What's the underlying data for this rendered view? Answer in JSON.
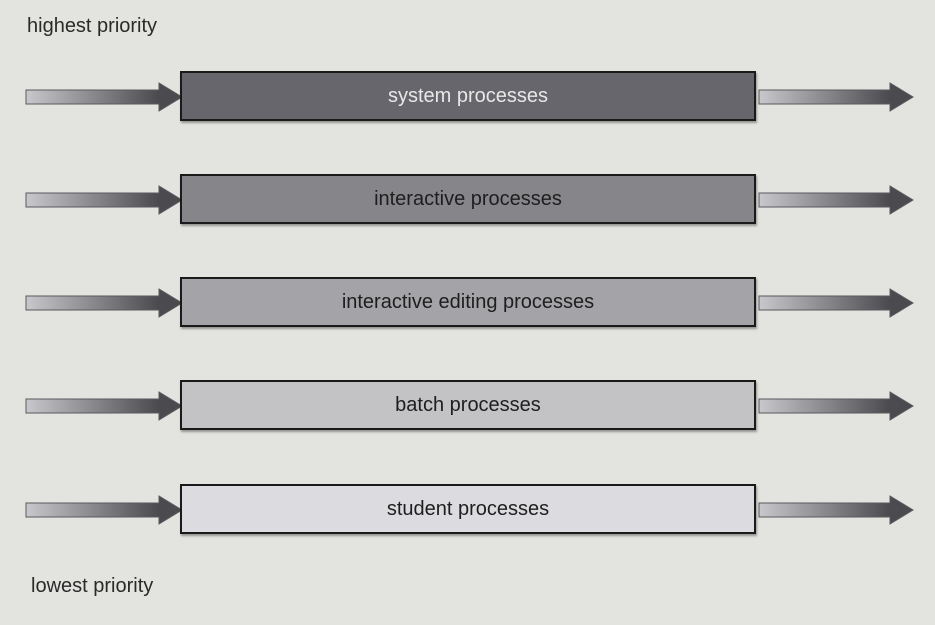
{
  "labels": {
    "top": "highest priority",
    "bottom": "lowest priority"
  },
  "queues": [
    {
      "label": "system processes",
      "fill": "#66666c"
    },
    {
      "label": "interactive processes",
      "fill": "#85858a"
    },
    {
      "label": "interactive editing processes",
      "fill": "#a4a4a8"
    },
    {
      "label": "batch processes",
      "fill": "#c3c3c6"
    },
    {
      "label": "student processes",
      "fill": "#dcdce0"
    }
  ],
  "colors": {
    "arrow_dark": "#4a4a4f",
    "arrow_light": "#c8c8cc",
    "background": "#e3e3df"
  }
}
